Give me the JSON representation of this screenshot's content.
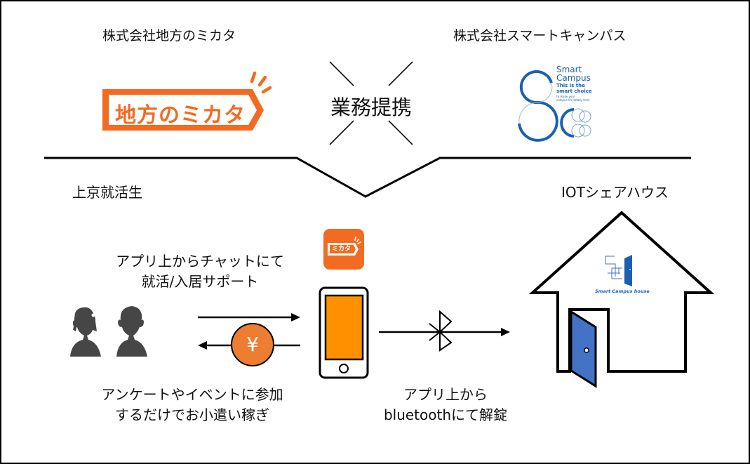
{
  "partnership": {
    "left_company": "株式会社地方のミカタ",
    "right_company": "株式会社スマートキャンパス",
    "relation": "業務提携",
    "left_logo_text": "地方のミカタ",
    "right_logo": {
      "title_line1": "Smart",
      "title_line2": "Campus",
      "tagline_line1": "This is the",
      "tagline_line2": "smart choice",
      "sub_line1": "to make your",
      "sub_line2": "campus life totally free!"
    }
  },
  "students": {
    "label": "上京就活生",
    "support_text_line1": "アプリ上からチャットにて",
    "support_text_line2": "就活/入居サポート",
    "reward_text_line1": "アンケートやイベントに参加",
    "reward_text_line2": "するだけでお小遣い稼ぎ",
    "currency_symbol": "¥"
  },
  "app": {
    "icon_text": "ミカタ"
  },
  "sharehouse": {
    "label": "IOTシェアハウス",
    "logo_caption": "Smart Campus house",
    "unlock_text_line1": "アプリ上から",
    "unlock_text_line2": "bluetoothにて解錠"
  },
  "colors": {
    "mikata_orange": "#F26B21",
    "phone_screen": "#FF9100",
    "yen_coin": "#ED7D31",
    "smart_campus_blue": "#1B5FB5",
    "door_blue": "#4472C4",
    "person_gray": "#464646"
  }
}
